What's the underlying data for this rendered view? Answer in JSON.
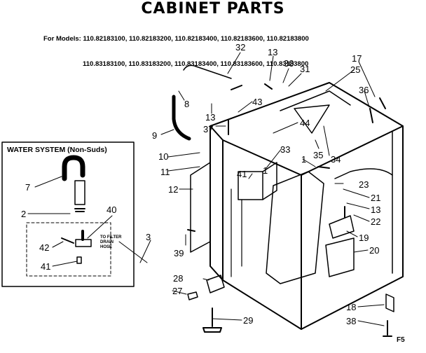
{
  "title": "CABINET PARTS",
  "models": {
    "prefix": "For Models:",
    "line1": "110.82183100, 110.82183200, 110.82183400, 110.82183600, 110.82183800",
    "line2": "110.83183100, 110.83183200, 110.83183400, 110.83183600, 110.83183800"
  },
  "inset": {
    "title": "WATER SYSTEM (Non-Suds)",
    "note_line1": "TO FILTER",
    "note_line2": "DRAIN",
    "note_line3": "HOSE"
  },
  "code": "F5",
  "callouts": [
    "32",
    "13",
    "30",
    "31",
    "17",
    "25",
    "8",
    "13",
    "43",
    "36",
    "9",
    "37",
    "44",
    "10",
    "33",
    "1",
    "35",
    "34",
    "11",
    "41",
    "1",
    "23",
    "12",
    "21",
    "13",
    "22",
    "19",
    "20",
    "39",
    "3",
    "28",
    "27",
    "29",
    "18",
    "38",
    "7",
    "2",
    "40",
    "42",
    "41"
  ]
}
